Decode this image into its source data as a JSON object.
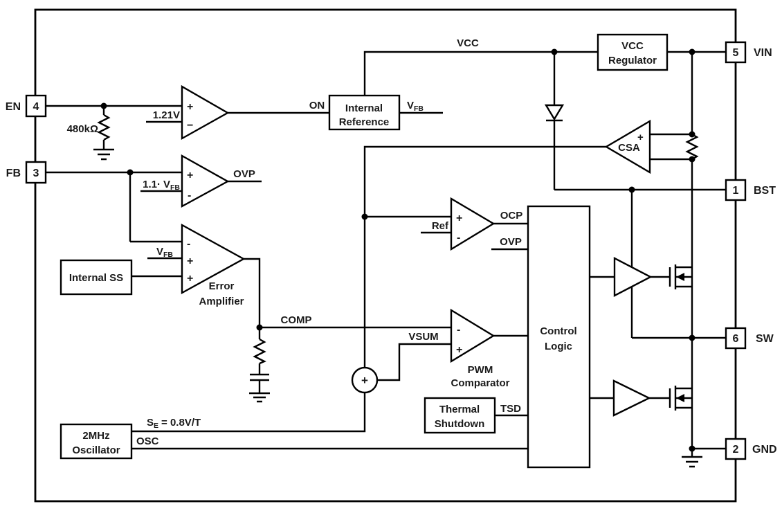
{
  "diagram_type": "IC functional block diagram (2MHz step-down converter)",
  "colors": {
    "line": "#000000",
    "text": "#1a1a1a",
    "background": "#ffffff"
  },
  "pins": {
    "en": {
      "num": "4",
      "name": "EN"
    },
    "fb": {
      "num": "3",
      "name": "FB"
    },
    "vin": {
      "num": "5",
      "name": "VIN"
    },
    "bst": {
      "num": "1",
      "name": "BST"
    },
    "sw": {
      "num": "6",
      "name": "SW"
    },
    "gnd": {
      "num": "2",
      "name": "GND"
    }
  },
  "blocks": {
    "internal_reference": {
      "line1": "Internal",
      "line2": "Reference"
    },
    "vcc_regulator": {
      "line1": "VCC",
      "line2": "Regulator"
    },
    "internal_ss": {
      "label": "Internal SS"
    },
    "control_logic": {
      "line1": "Control",
      "line2": "Logic"
    },
    "thermal_shutdown": {
      "line1": "Thermal",
      "line2": "Shutdown"
    },
    "oscillator": {
      "line1": "2MHz",
      "line2": "Oscillator"
    }
  },
  "labels": {
    "resistor_en": "480kΩ",
    "en_threshold": "1.21V",
    "on": "ON",
    "vcc": "VCC",
    "v": "V",
    "fb_sub": "FB",
    "ovp_factor": "1.1·",
    "ovp_out": "OVP",
    "error1": "Error",
    "error2": "Amplifier",
    "comp": "COMP",
    "ref": "Ref",
    "ocp": "OCP",
    "ovp_in": "OVP",
    "vsum": "VSUM",
    "pwm1": "PWM",
    "pwm2": "Comparator",
    "tsd": "TSD",
    "osc": "OSC",
    "se_s": "S",
    "se_e": "E",
    "se_eq": "= 0.8V/T",
    "csa": "CSA"
  },
  "symbols": {
    "plus": "+",
    "minus": "-",
    "minus_wide": "−"
  }
}
